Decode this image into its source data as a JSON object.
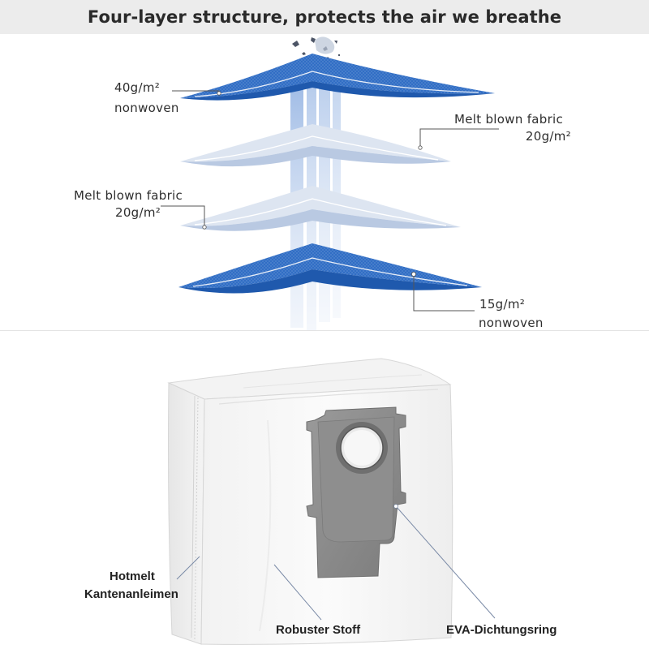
{
  "header": {
    "title": "Four-layer structure, protects the air we breathe"
  },
  "layers": [
    {
      "weight": "40g/m²",
      "material": "nonwoven",
      "color": "#2e6cc4"
    },
    {
      "material": "Melt blown fabric",
      "weight": "20g/m²",
      "color": "#c9d6ea"
    },
    {
      "material": "Melt blown fabric",
      "weight": "20g/m²",
      "color": "#c9d6ea"
    },
    {
      "weight": "15g/m²",
      "material": "nonwoven",
      "color": "#2e6cc4"
    }
  ],
  "bag_labels": {
    "hotmelt_line1": "Hotmelt",
    "hotmelt_line2": "Kantenanleimen",
    "fabric": "Robuster Stoff",
    "seal": "EVA-Dichtungsring"
  },
  "colors": {
    "accent_blue": "#2e6cc4",
    "header_bg": "#ececec",
    "bag_plate": "#8a8a8a"
  }
}
